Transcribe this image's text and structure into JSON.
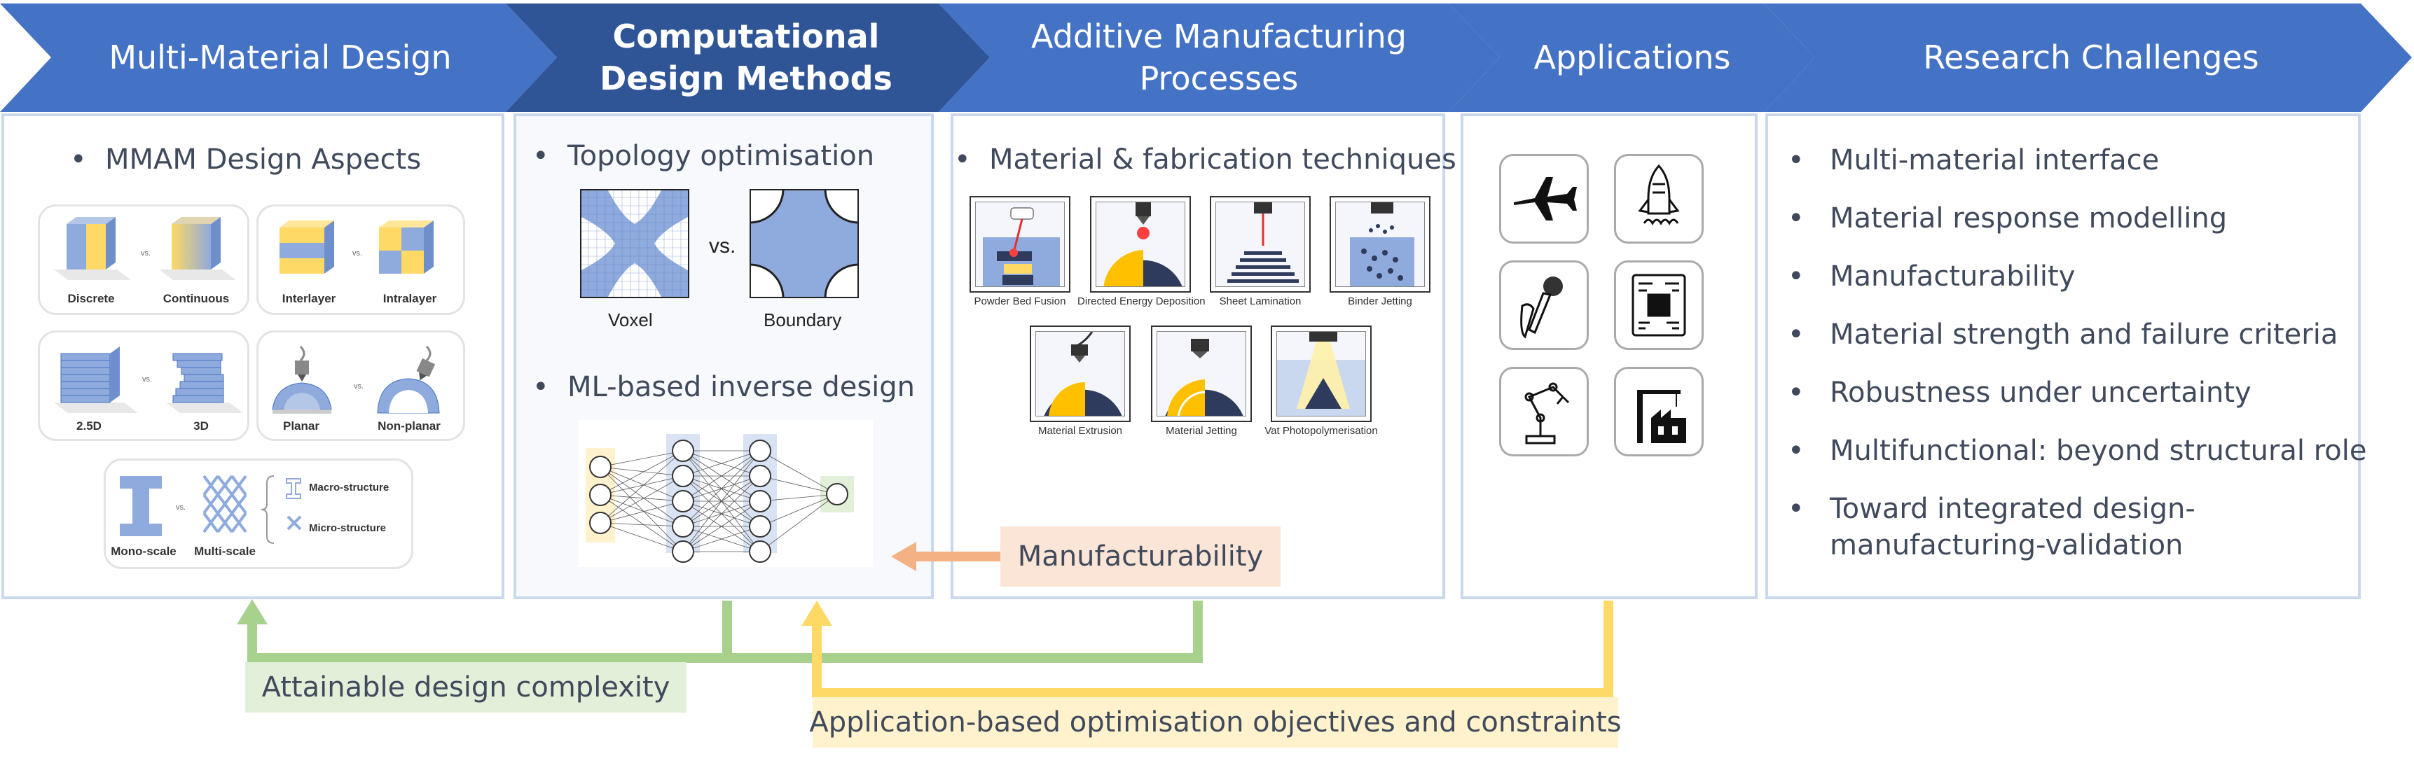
{
  "colors": {
    "header_blue": "#4472c4",
    "header_dark": "#2f5597",
    "panel_border": "#c9d8ef",
    "green": "#a9d18e",
    "green_fill": "#e2efd9",
    "yellow": "#ffd966",
    "yellow_fill": "#fff2cc",
    "orange": "#f4b183",
    "orange_fill": "#fbe5d6",
    "cube_blue": "#8faadc",
    "cube_yellow": "#ffd966"
  },
  "headers": {
    "h1": "Multi-Material Design",
    "h2_line1": "Computational",
    "h2_line2": "Design Methods",
    "h3_line1": "Additive Manufacturing",
    "h3_line2": "Processes",
    "h4": "Applications",
    "h5": "Research Challenges"
  },
  "panel1": {
    "bullet": "MMAM Design Aspects",
    "discrete": "Discrete",
    "continuous": "Continuous",
    "interlayer": "Interlayer",
    "intralayer": "Intralayer",
    "d25": "2.5D",
    "d3": "3D",
    "planar": "Planar",
    "nonplanar": "Non-planar",
    "mono": "Mono-scale",
    "multi": "Multi-scale",
    "macro": "Macro-structure",
    "micro": "Micro-structure",
    "vs": "vs."
  },
  "panel2": {
    "bullet1": "Topology optimisation",
    "voxel": "Voxel",
    "boundary": "Boundary",
    "vs": "vs.",
    "bullet2": "ML-based inverse design"
  },
  "panel3": {
    "bullet": "Material & fabrication techniques",
    "techniques": [
      "Powder Bed Fusion",
      "Directed Energy Deposition",
      "Sheet Lamination",
      "Binder Jetting",
      "Material Extrusion",
      "Material Jetting",
      "Vat Photopolymerisation"
    ]
  },
  "panel4": {
    "icons": [
      "airplane-icon",
      "rocket-icon",
      "bone-implant-icon",
      "circuit-board-icon",
      "robot-arm-icon",
      "factory-icon"
    ]
  },
  "panel5": {
    "items": [
      "Multi-material interface",
      "Material response modelling",
      "Manufacturability",
      "Material strength and failure criteria",
      "Robustness under uncertainty",
      "Multifunctional: beyond structural role"
    ],
    "last_line1": "Toward integrated design-",
    "last_line2": "manufacturing-validation"
  },
  "feedback": {
    "manufacturability": "Manufacturability",
    "attainable": "Attainable design complexity",
    "application": "Application-based optimisation objectives and constraints"
  }
}
